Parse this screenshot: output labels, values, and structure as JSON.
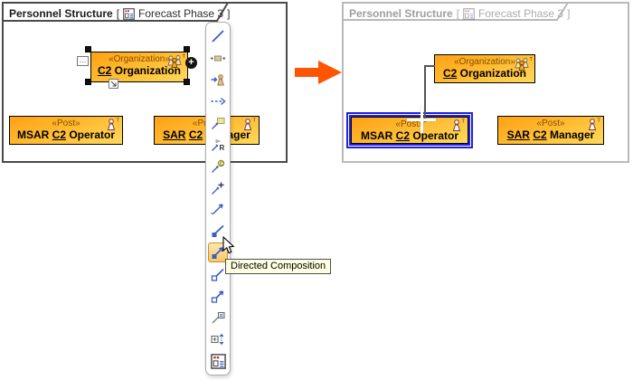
{
  "left_panel": {
    "header": {
      "title": "Personnel Structure",
      "bracket_open": "[",
      "diagram_name": "Forecast Phase 3",
      "bracket_close": "]"
    },
    "org_box": {
      "stereotype": "«Organization»",
      "pre": "",
      "u1": "C2",
      "mid": "",
      "u2": "",
      "rest": " Organization"
    },
    "post1": {
      "stereotype": "«Post»",
      "pre": "MSAR ",
      "u1": "C2",
      "mid": "",
      "u2": "",
      "rest": " Operator"
    },
    "post2": {
      "stereotype": "«Post»",
      "pre": "",
      "u1": "SAR",
      "mid": " ",
      "u2": "C2",
      "rest": " Manager"
    }
  },
  "right_panel": {
    "header": {
      "title": "Personnel Structure",
      "bracket_open": "[",
      "diagram_name": "Forecast Phase 3",
      "bracket_close": "]"
    },
    "org_box": {
      "stereotype": "«Organization»",
      "pre": "",
      "u1": "C2",
      "mid": "",
      "u2": "",
      "rest": " Organization"
    },
    "post1": {
      "stereotype": "«Post»",
      "pre": "MSAR ",
      "u1": "C2",
      "mid": "",
      "u2": "",
      "rest": " Operator"
    },
    "post2": {
      "stereotype": "«Post»",
      "pre": "",
      "u1": "SAR",
      "mid": " ",
      "u2": "C2",
      "rest": " Manager"
    }
  },
  "selection": {
    "plus_glyph": "+",
    "dots_glyph": "…"
  },
  "toolbar": {
    "tools": [
      {
        "name": "association"
      },
      {
        "name": "port-flow"
      },
      {
        "name": "assign-post"
      },
      {
        "name": "dependency"
      },
      {
        "name": "note-anchor"
      },
      {
        "name": "realization"
      },
      {
        "name": "trace"
      },
      {
        "name": "attach"
      },
      {
        "name": "directed-association"
      },
      {
        "name": "composition"
      },
      {
        "name": "directed-composition",
        "highlighted": true
      },
      {
        "name": "aggregation"
      },
      {
        "name": "directed-aggregation"
      },
      {
        "name": "symbol-link"
      },
      {
        "name": "expand-structure"
      },
      {
        "name": "create-diagram"
      }
    ],
    "highlighted_tool": "Directed Composition"
  },
  "tooltip": {
    "text": "Directed Composition"
  },
  "colors": {
    "box_gradient_top": "#FFA116",
    "box_gradient_bottom": "#FFD95C",
    "box_border": "#000000",
    "stereotype_text": "#8A4B00",
    "selection_blue": "#2121DE",
    "transition_arrow": "#FF5400",
    "active_frame_border": "#4A4A4A",
    "inactive_frame_border": "#B9B9B9",
    "inactive_text": "#9E9E9E",
    "tool_highlight_bg": "#F6C766",
    "tool_highlight_border": "#C98F2E",
    "tooltip_bg": "#FFFFE1",
    "connector_gray": "#555555"
  }
}
